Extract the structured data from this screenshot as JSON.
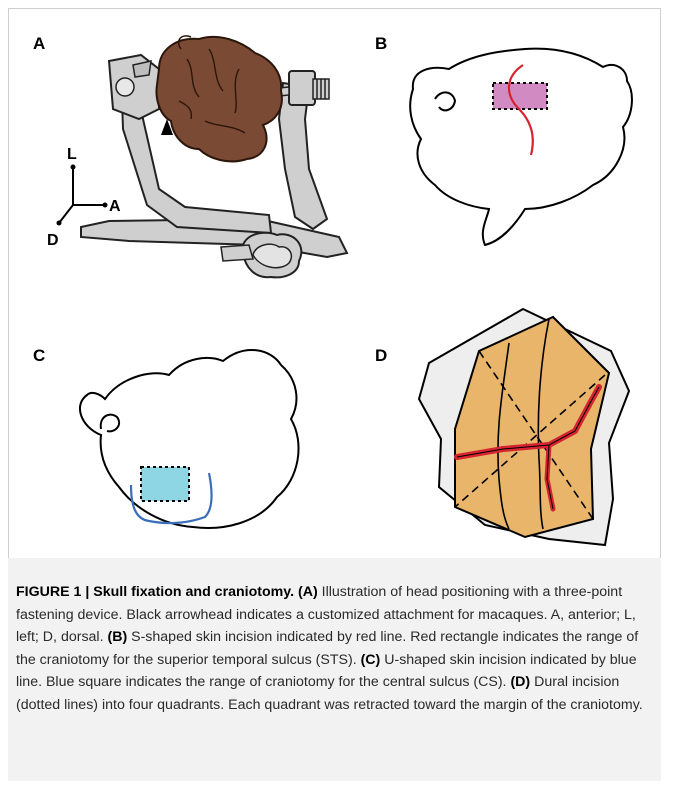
{
  "panels": {
    "a": {
      "label": "A",
      "axis_labels": {
        "left": "L",
        "anterior": "A",
        "dorsal": "D"
      }
    },
    "b": {
      "label": "B"
    },
    "c": {
      "label": "C"
    },
    "d": {
      "label": "D"
    }
  },
  "colors": {
    "brain_brown": "#7b4a34",
    "device_gray": "#cfcfcf",
    "incision_red": "#d6232f",
    "craniotomy_pink": "#d28ac2",
    "incision_blue": "#3b6eb8",
    "craniotomy_cyan": "#8fd6e4",
    "dura_tan": "#e8b56b"
  },
  "caption": {
    "figure_title": "FIGURE 1 | Skull fixation and craniotomy.",
    "a_tag": "(A)",
    "a_text": " Illustration of head positioning with a three-point fastening device. Black arrowhead indicates a customized attachment for macaques. A, anterior; L, left; D, dorsal. ",
    "b_tag": "(B)",
    "b_text": " S-shaped skin incision indicated by red line. Red rectangle indicates the range of the craniotomy for the superior temporal sulcus (STS). ",
    "c_tag": "(C)",
    "c_text": " U-shaped skin incision indicated by blue line. Blue square indicates the range of craniotomy for the central sulcus (CS). ",
    "d_tag": "(D)",
    "d_text": " Dural incision (dotted lines) into four quadrants. Each quadrant was retracted toward the margin of the craniotomy."
  }
}
